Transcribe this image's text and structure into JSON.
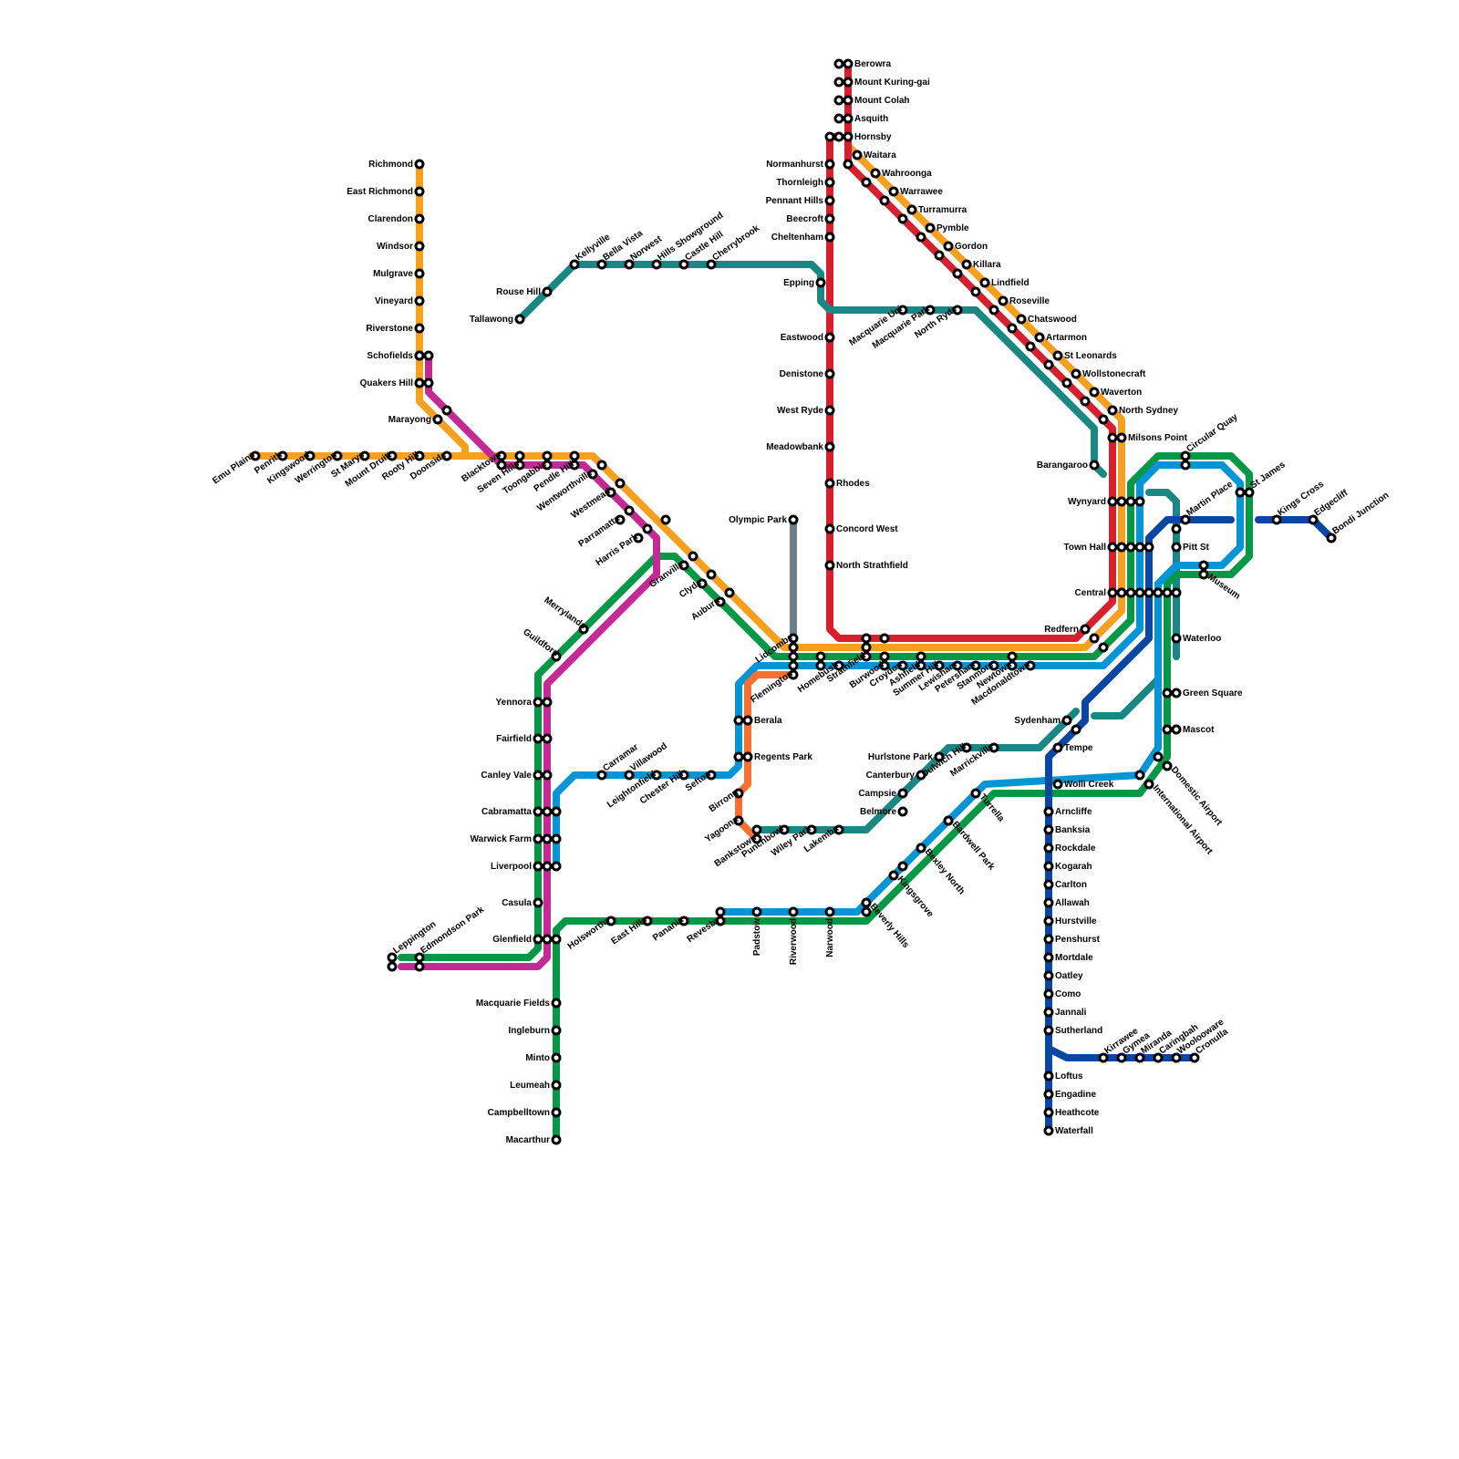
{
  "lines": {
    "orange": "#f5a01e",
    "red": "#d6202e",
    "teal": "#1a8785",
    "green": "#079847",
    "blue": "#0595d5",
    "magenta": "#c22a94",
    "darkblue": "#0b47a0",
    "brown": "#f37231",
    "grey": "#6e7f8c"
  },
  "stations": {
    "emu_plains": "Emu Plains",
    "penrith": "Penrith",
    "kingswood": "Kingswood",
    "werrington": "Werrington",
    "st_marys": "St Marys",
    "mount_druitt": "Mount Druitt",
    "rooty_hill": "Rooty Hill",
    "doonside": "Doonside",
    "blacktown": "Blacktown",
    "seven_hills": "Seven Hills",
    "toongabbie": "Toongabbie",
    "pendle_hill": "Pendle Hill",
    "wentworthville": "Wentworthville",
    "westmead": "Westmead",
    "parramatta": "Parramatta",
    "harris_park": "Harris Park",
    "granville": "Granville",
    "clyde": "Clyde",
    "auburn": "Auburn",
    "lidcombe": "Lidcombe",
    "richmond": "Richmond",
    "east_richmond": "East Richmond",
    "clarendon": "Clarendon",
    "windsor": "Windsor",
    "mulgrave": "Mulgrave",
    "vineyard": "Vineyard",
    "riverstone": "Riverstone",
    "schofields": "Schofields",
    "quakers_hill": "Quakers Hill",
    "marayong": "Marayong",
    "tallawong": "Tallawong",
    "rouse_hill": "Rouse Hill",
    "kellyville": "Kellyville",
    "bella_vista": "Bella Vista",
    "norwest": "Norwest",
    "hills_showground": "Hills Showground",
    "castle_hill": "Castle Hill",
    "cherrybrook": "Cherrybrook",
    "epping": "Epping",
    "macquarie_uni": "Macquarie Uni",
    "macquarie_park": "Macquarie Park",
    "north_ryde": "North Ryde",
    "barangaroo": "Barangaroo",
    "berowra": "Berowra",
    "mount_kuring_gai": "Mount Kuring-gai",
    "mount_colah": "Mount Colah",
    "asquith": "Asquith",
    "hornsby": "Hornsby",
    "waitara": "Waitara",
    "wahroonga": "Wahroonga",
    "warrawee": "Warrawee",
    "turramurra": "Turramurra",
    "pymble": "Pymble",
    "gordon": "Gordon",
    "killara": "Killara",
    "lindfield": "Lindfield",
    "roseville": "Roseville",
    "chatswood": "Chatswood",
    "artarmon": "Artarmon",
    "st_leonards": "St Leonards",
    "wollstonecraft": "Wollstonecraft",
    "waverton": "Waverton",
    "north_sydney": "North Sydney",
    "milsons_point": "Milsons Point",
    "normanhurst": "Normanhurst",
    "thornleigh": "Thornleigh",
    "pennant_hills": "Pennant Hills",
    "beecroft": "Beecroft",
    "cheltenham": "Cheltenham",
    "eastwood": "Eastwood",
    "denistone": "Denistone",
    "west_ryde": "West Ryde",
    "meadowbank": "Meadowbank",
    "rhodes": "Rhodes",
    "concord_west": "Concord West",
    "north_strathfield": "North Strathfield",
    "olympic_park": "Olympic Park",
    "wynyard": "Wynyard",
    "town_hall": "Town Hall",
    "central": "Central",
    "redfern": "Redfern",
    "circular_quay": "Circular Quay",
    "martin_place": "Martin Place",
    "st_james": "St James",
    "pitt_st": "Pitt St",
    "museum": "Museum",
    "kings_cross": "Kings Cross",
    "edgecliff": "Edgecliff",
    "bondi_junction": "Bondi Junction",
    "waterloo": "Waterloo",
    "green_square": "Green Square",
    "mascot": "Mascot",
    "domestic_airport": "Domestic Airport",
    "international_airport": "International Airport",
    "wolli_creek": "Wolli Creek",
    "flemington": "Flemington",
    "homebush": "Homebush",
    "strathfield": "Strathfield",
    "burwood": "Burwood",
    "croydon": "Croydon",
    "ashfield": "Ashfield",
    "summer_hill": "Summer Hill",
    "lewisham": "Lewisham",
    "petersham": "Petersham",
    "stanmore": "Stanmore",
    "newtown": "Newtown",
    "macdonaldtown": "Macdonaldtown",
    "merrylands": "Merrylands",
    "guildford": "Guildford",
    "yennora": "Yennora",
    "fairfield": "Fairfield",
    "canley_vale": "Canley Vale",
    "cabramatta": "Cabramatta",
    "warwick_farm": "Warwick Farm",
    "liverpool": "Liverpool",
    "casula": "Casula",
    "glenfield": "Glenfield",
    "leppington": "Leppington",
    "edmondson_park": "Edmondson Park",
    "macquarie_fields": "Macquarie Fields",
    "ingleburn": "Ingleburn",
    "minto": "Minto",
    "leumeah": "Leumeah",
    "campbelltown": "Campbelltown",
    "macarthur": "Macarthur",
    "carramar": "Carramar",
    "villawood": "Villawood",
    "leightonfield": "Leightonfield",
    "chester_hill": "Chester Hill",
    "sefton": "Sefton",
    "berala": "Berala",
    "regents_park": "Regents Park",
    "birrong": "Birrong",
    "yagoona": "Yagoona",
    "bankstown": "Bankstown",
    "punchbowl": "Punchbowl",
    "wiley_park": "Wiley Park",
    "lakemba": "Lakemba",
    "belmore": "Belmore",
    "campsie": "Campsie",
    "canterbury": "Canterbury",
    "hurlstone_park": "Hurlstone Park",
    "dulwich_hill": "Dulwich Hill",
    "marrickville": "Marrickville",
    "sydenham": "Sydenham",
    "tempe": "Tempe",
    "holsworthy": "Holsworthy",
    "east_hills": "East Hills",
    "panania": "Panania",
    "revesby": "Revesby",
    "padstow": "Padstow",
    "riverwood": "Riverwood",
    "narwood": "Narwood",
    "beverly_hills": "Beverly Hills",
    "kingsgrove": "Kingsgrove",
    "bexley_north": "Bexley North",
    "bardwell_park": "Bardwell Park",
    "turrella": "Turrella",
    "arncliffe": "Arncliffe",
    "banksia": "Banksia",
    "rockdale": "Rockdale",
    "kogarah": "Kogarah",
    "carlton": "Carlton",
    "allawah": "Allawah",
    "hurstville": "Hurstville",
    "penshurst": "Penshurst",
    "mortdale": "Mortdale",
    "oatley": "Oatley",
    "como": "Como",
    "jannali": "Jannali",
    "sutherland": "Sutherland",
    "loftus": "Loftus",
    "engadine": "Engadine",
    "heathcote": "Heathcote",
    "waterfall": "Waterfall",
    "kirrawee": "Kirrawee",
    "gymea": "Gymea",
    "miranda": "Miranda",
    "caringbah": "Caringbah",
    "woolooware": "Woolooware",
    "cronulla": "Cronulla"
  }
}
